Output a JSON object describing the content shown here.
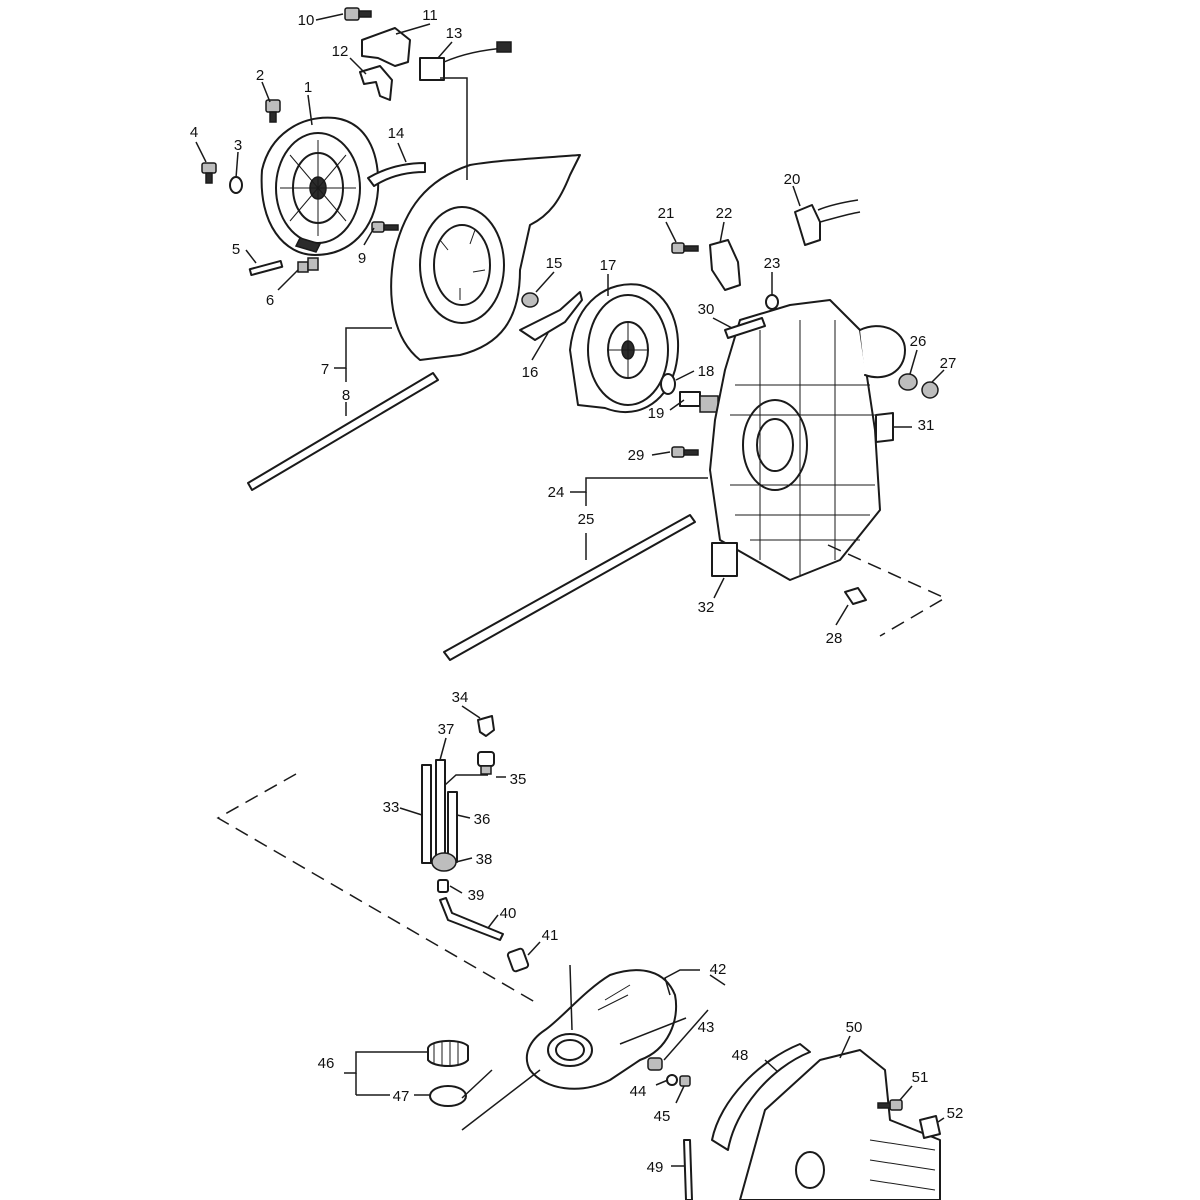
{
  "callouts": {
    "c1": "1",
    "c2": "2",
    "c3": "3",
    "c4": "4",
    "c5": "5",
    "c6": "6",
    "c7": "7",
    "c8": "8",
    "c9": "9",
    "c10": "10",
    "c11": "11",
    "c12": "12",
    "c13": "13",
    "c14": "14",
    "c15": "15",
    "c16": "16",
    "c17": "17",
    "c18": "18",
    "c19": "19",
    "c20": "20",
    "c21": "21",
    "c22": "22",
    "c23": "23",
    "c24": "24",
    "c25": "25",
    "c26": "26",
    "c27": "27",
    "c28": "28",
    "c29": "29",
    "c30": "30",
    "c31": "31",
    "c32": "32",
    "c33": "33",
    "c34": "34",
    "c35": "35",
    "c36": "36",
    "c37": "37",
    "c38": "38",
    "c39": "39",
    "c40": "40",
    "c41": "41",
    "c42": "42",
    "c43": "43",
    "c44": "44",
    "c45": "45",
    "c46": "46",
    "c47": "47",
    "c48": "48",
    "c49": "49",
    "c50": "50",
    "c51": "51",
    "c52": "52"
  }
}
